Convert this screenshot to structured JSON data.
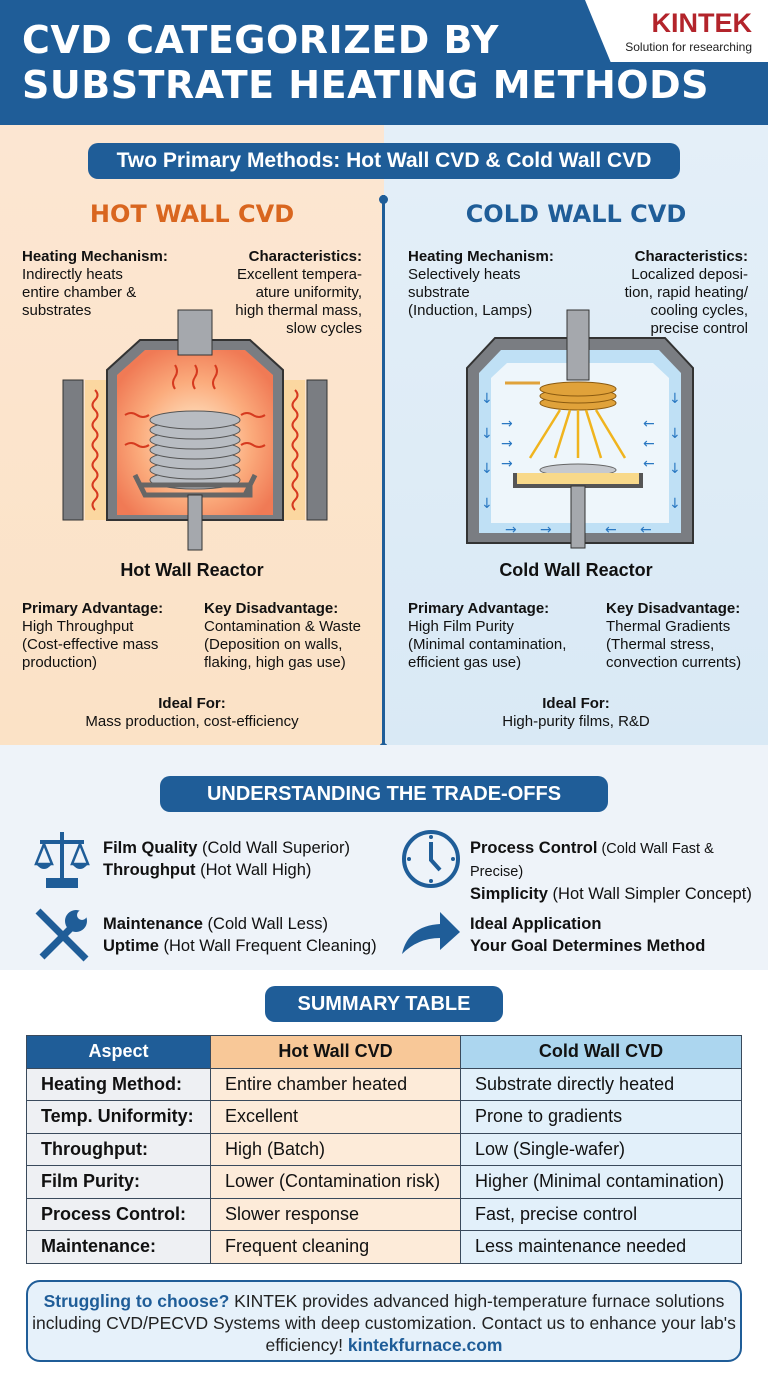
{
  "header": {
    "title_line1": "CVD CATEGORIZED BY",
    "title_line2": "SUBSTRATE HEATING METHODS",
    "logo_name": "KINTEK",
    "logo_tagline": "Solution for researching"
  },
  "methods_banner": "Two Primary Methods: Hot Wall CVD & Cold Wall CVD",
  "hot": {
    "heading": "HOT WALL CVD",
    "color": "#d9661f",
    "mechanism_label": "Heating Mechanism:",
    "mechanism_text": [
      "Indirectly heats",
      "entire chamber &",
      "substrates"
    ],
    "char_label": "Characteristics:",
    "char_text": [
      "Excellent tempera-",
      "ature uniformity,",
      "high thermal mass,",
      "slow cycles"
    ],
    "diagram_caption": "Hot Wall Reactor",
    "adv_label": "Primary Advantage:",
    "adv_text": [
      "High Throughput",
      "(Cost-effective mass",
      "production)"
    ],
    "dis_label": "Key Disadvantage:",
    "dis_text": [
      "Contamination & Waste",
      "(Deposition on walls,",
      "flaking, high gas use)"
    ],
    "ideal_label": "Ideal For:",
    "ideal_text": "Mass production, cost-efficiency"
  },
  "cold": {
    "heading": "COLD WALL CVD",
    "color": "#1f5d98",
    "mechanism_label": "Heating Mechanism:",
    "mechanism_text": [
      "Selectively heats",
      "substrate",
      "(Induction, Lamps)"
    ],
    "char_label": "Characteristics:",
    "char_text": [
      "Localized deposi-",
      "tion, rapid heating/",
      "cooling cycles,",
      "precise control"
    ],
    "diagram_caption": "Cold Wall Reactor",
    "adv_label": "Primary Advantage:",
    "adv_text": [
      "High Film Purity",
      "(Minimal contamination,",
      "efficient gas use)"
    ],
    "dis_label": "Key Disadvantage:",
    "dis_text": [
      "Thermal Gradients",
      "(Thermal stress,",
      "convection currents)"
    ],
    "ideal_label": "Ideal For:",
    "ideal_text": "High-purity films, R&D"
  },
  "tradeoffs": {
    "title": "UNDERSTANDING THE TRADE-OFFS",
    "items": [
      {
        "icon": "scales-icon",
        "l1_bold": "Film Quality",
        "l1": " (Cold Wall Superior)",
        "l2_bold": "Throughput",
        "l2": " (Hot Wall High)"
      },
      {
        "icon": "clock-icon",
        "l1_bold": "Process Control",
        "l1": " (Cold Wall Fast & Precise)",
        "l2_bold": "Simplicity",
        "l2": " (Hot Wall Simpler Concept)"
      },
      {
        "icon": "tools-icon",
        "l1_bold": "Maintenance",
        "l1": " (Cold Wall Less)",
        "l2_bold": "Uptime",
        "l2": " (Hot Wall Frequent Cleaning)"
      },
      {
        "icon": "arrow-icon",
        "l1_bold": "Ideal Application",
        "l1": "",
        "l2_bold": "Your Goal Determines Method",
        "l2": ""
      }
    ]
  },
  "summary": {
    "title": "SUMMARY TABLE",
    "headers": [
      "Aspect",
      "Hot Wall CVD",
      "Cold Wall CVD"
    ],
    "rows": [
      [
        "Heating Method:",
        "Entire chamber heated",
        "Substrate directly heated"
      ],
      [
        "Temp. Uniformity:",
        "Excellent",
        "Prone to gradients"
      ],
      [
        "Throughput:",
        "High (Batch)",
        "Low (Single-wafer)"
      ],
      [
        "Film Purity:",
        "Lower (Contamination risk)",
        "Higher (Minimal contamination)"
      ],
      [
        "Process Control:",
        "Slower response",
        "Fast, precise control"
      ],
      [
        "Maintenance:",
        "Frequent cleaning",
        "Less maintenance needed"
      ]
    ]
  },
  "cta": {
    "lead": "Struggling to choose?",
    "body": " KINTEK provides advanced high-temperature furnace solutions including CVD/PECVD Systems with deep customization. Contact us to enhance your lab's efficiency! ",
    "link": "kintekfurnace.com"
  }
}
